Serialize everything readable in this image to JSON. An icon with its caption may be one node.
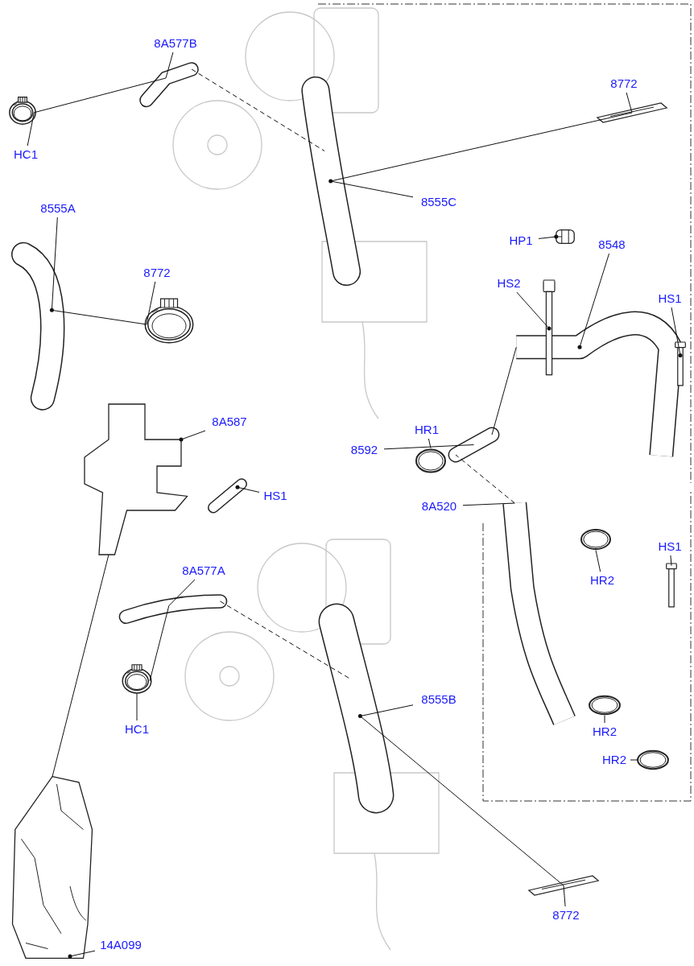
{
  "diagram": {
    "nodes": [
      {
        "text": [
          "8A577B"
        ]
      },
      {
        "text": [],
        "shape": "picture"
      },
      {
        "text": [
          "HC1"
        ]
      },
      {
        "text": [],
        "shape": "picture"
      },
      {
        "text": [
          "8772"
        ]
      },
      {
        "text": [],
        "shape": "picture"
      },
      {
        "text": [
          "8555C"
        ]
      },
      {
        "text": [],
        "shape": "picture"
      },
      {
        "text": [
          "8555A"
        ]
      },
      {
        "text": [],
        "shape": "picture"
      },
      {
        "text": [
          "8772"
        ]
      },
      {
        "text": [],
        "shape": "picture"
      },
      {
        "text": [
          "HP1"
        ]
      },
      {
        "text": [],
        "shape": "picture"
      },
      {
        "text": [
          "8548"
        ]
      },
      {
        "text": [],
        "shape": "picture"
      },
      {
        "text": [
          "HS2"
        ]
      },
      {
        "text": [],
        "shape": "picture"
      },
      {
        "text": [
          "HS1"
        ]
      },
      {
        "text": [],
        "shape": "picture"
      },
      {
        "text": [
          "HR1"
        ]
      },
      {
        "text": [],
        "shape": "circle"
      },
      {
        "text": [
          "8592"
        ]
      },
      {
        "text": [],
        "shape": "picture"
      },
      {
        "text": [
          "8A587"
        ]
      },
      {
        "text": [],
        "shape": "picture"
      },
      {
        "text": [
          "HS1"
        ]
      },
      {
        "text": [],
        "shape": "picture"
      },
      {
        "text": [
          "8A520"
        ]
      },
      {
        "text": [],
        "shape": "picture"
      },
      {
        "text": [
          "HR2"
        ]
      },
      {
        "text": [],
        "shape": "circle"
      },
      {
        "text": [
          "HS1"
        ]
      },
      {
        "text": [],
        "shape": "picture"
      },
      {
        "text": [
          "8A577A"
        ]
      },
      {
        "text": [],
        "shape": "picture"
      },
      {
        "text": [
          "HC1"
        ]
      },
      {
        "text": [],
        "shape": "picture"
      },
      {
        "text": [
          "8555B"
        ]
      },
      {
        "text": [],
        "shape": "picture"
      },
      {
        "text": [
          "HR2"
        ]
      },
      {
        "text": [],
        "shape": "circle"
      },
      {
        "text": [
          "HR2"
        ]
      },
      {
        "text": [],
        "shape": "circle"
      },
      {
        "text": [
          "8772"
        ]
      },
      {
        "text": [],
        "shape": "picture"
      },
      {
        "text": [
          "14A099"
        ]
      },
      {
        "text": [],
        "shape": "picture"
      }
    ],
    "edges": [
      {
        "from": 0,
        "to": 1,
        "arrow": "none"
      },
      {
        "from": 2,
        "to": 3,
        "arrow": "none"
      },
      {
        "from": 3,
        "to": 1,
        "arrow": "none"
      },
      {
        "from": 4,
        "to": 5,
        "arrow": "none"
      },
      {
        "from": 5,
        "to": 7,
        "arrow": "none"
      },
      {
        "from": 6,
        "to": 7,
        "arrow": "other"
      },
      {
        "from": 8,
        "to": 9,
        "arrow": "other"
      },
      {
        "from": 10,
        "to": 11,
        "arrow": "none"
      },
      {
        "from": 11,
        "to": 9,
        "arrow": "none"
      },
      {
        "from": 12,
        "to": 13,
        "arrow": "other"
      },
      {
        "from": 14,
        "to": 15,
        "arrow": "other"
      },
      {
        "from": 16,
        "to": 17,
        "arrow": "other"
      },
      {
        "from": 18,
        "to": 19,
        "arrow": "other"
      },
      {
        "from": 20,
        "to": 21,
        "arrow": "none"
      },
      {
        "from": 22,
        "to": 23,
        "arrow": "none"
      },
      {
        "from": 24,
        "to": 25,
        "arrow": "other"
      },
      {
        "from": 26,
        "to": 27,
        "arrow": "other"
      },
      {
        "from": 28,
        "to": 29,
        "arrow": "none"
      },
      {
        "from": 30,
        "to": 31,
        "arrow": "none"
      },
      {
        "from": 32,
        "to": 33,
        "arrow": "none"
      },
      {
        "from": 34,
        "to": 35,
        "arrow": "none"
      },
      {
        "from": 36,
        "to": 37,
        "arrow": "none"
      },
      {
        "from": 37,
        "to": 35,
        "arrow": "none"
      },
      {
        "from": 38,
        "to": 39,
        "arrow": "other"
      },
      {
        "from": 40,
        "to": 41,
        "arrow": "none"
      },
      {
        "from": 42,
        "to": 43,
        "arrow": "none"
      },
      {
        "from": 44,
        "to": 45,
        "arrow": "none"
      },
      {
        "from": 45,
        "to": 39,
        "arrow": "none"
      },
      {
        "from": 46,
        "to": 47,
        "arrow": "other"
      },
      {
        "from": 47,
        "to": 25,
        "arrow": "none"
      },
      {
        "from": 1,
        "to": 7,
        "arrow": "none",
        "style": "dashed"
      },
      {
        "from": 35,
        "to": 39,
        "arrow": "none",
        "style": "dashed"
      },
      {
        "from": 23,
        "to": 15,
        "arrow": "none"
      },
      {
        "from": 29,
        "to": 23,
        "arrow": "none",
        "style": "dashed"
      }
    ]
  }
}
